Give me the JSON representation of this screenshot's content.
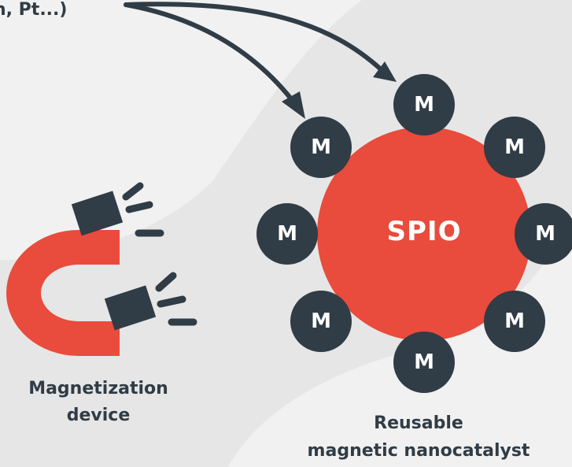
{
  "labels": {
    "top_fragment": "n, Pt...)",
    "device_line1": "Magnetization",
    "device_line2": "device",
    "catalyst_line1": "Reusable",
    "catalyst_line2": "magnetic nanocatalyst"
  },
  "core": {
    "label": "SPIO",
    "color": "#e94b3c"
  },
  "metal": {
    "label": "M",
    "color": "#303c46",
    "count": 8
  },
  "colors": {
    "background": "#e6e6e6",
    "blob": "#f1f1f1",
    "magnet_red": "#e94b3c",
    "dark": "#303c46"
  }
}
